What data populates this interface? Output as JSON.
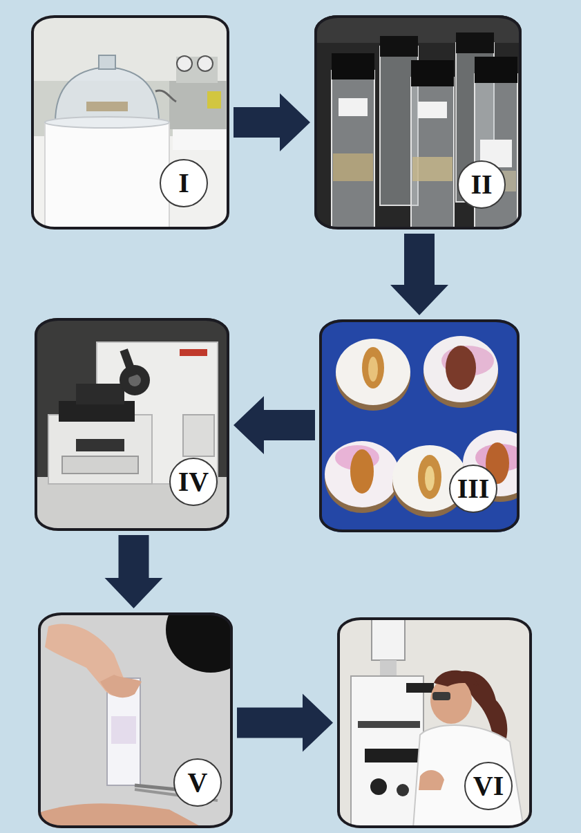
{
  "diagram": {
    "nodes": [
      {
        "text": [
          "I"
        ]
      },
      {
        "text": [
          "II"
        ]
      },
      {
        "text": [
          "III"
        ]
      },
      {
        "text": [
          "IV"
        ]
      },
      {
        "text": [
          "V"
        ]
      },
      {
        "text": [
          "VI"
        ]
      }
    ],
    "edges": [
      {
        "from": 0,
        "to": 1,
        "arrow": "to"
      },
      {
        "from": 1,
        "to": 2,
        "arrow": "to"
      },
      {
        "from": 2,
        "to": 3,
        "arrow": "to"
      },
      {
        "from": 3,
        "to": 4,
        "arrow": "to"
      },
      {
        "from": 4,
        "to": 5,
        "arrow": "to"
      }
    ]
  }
}
